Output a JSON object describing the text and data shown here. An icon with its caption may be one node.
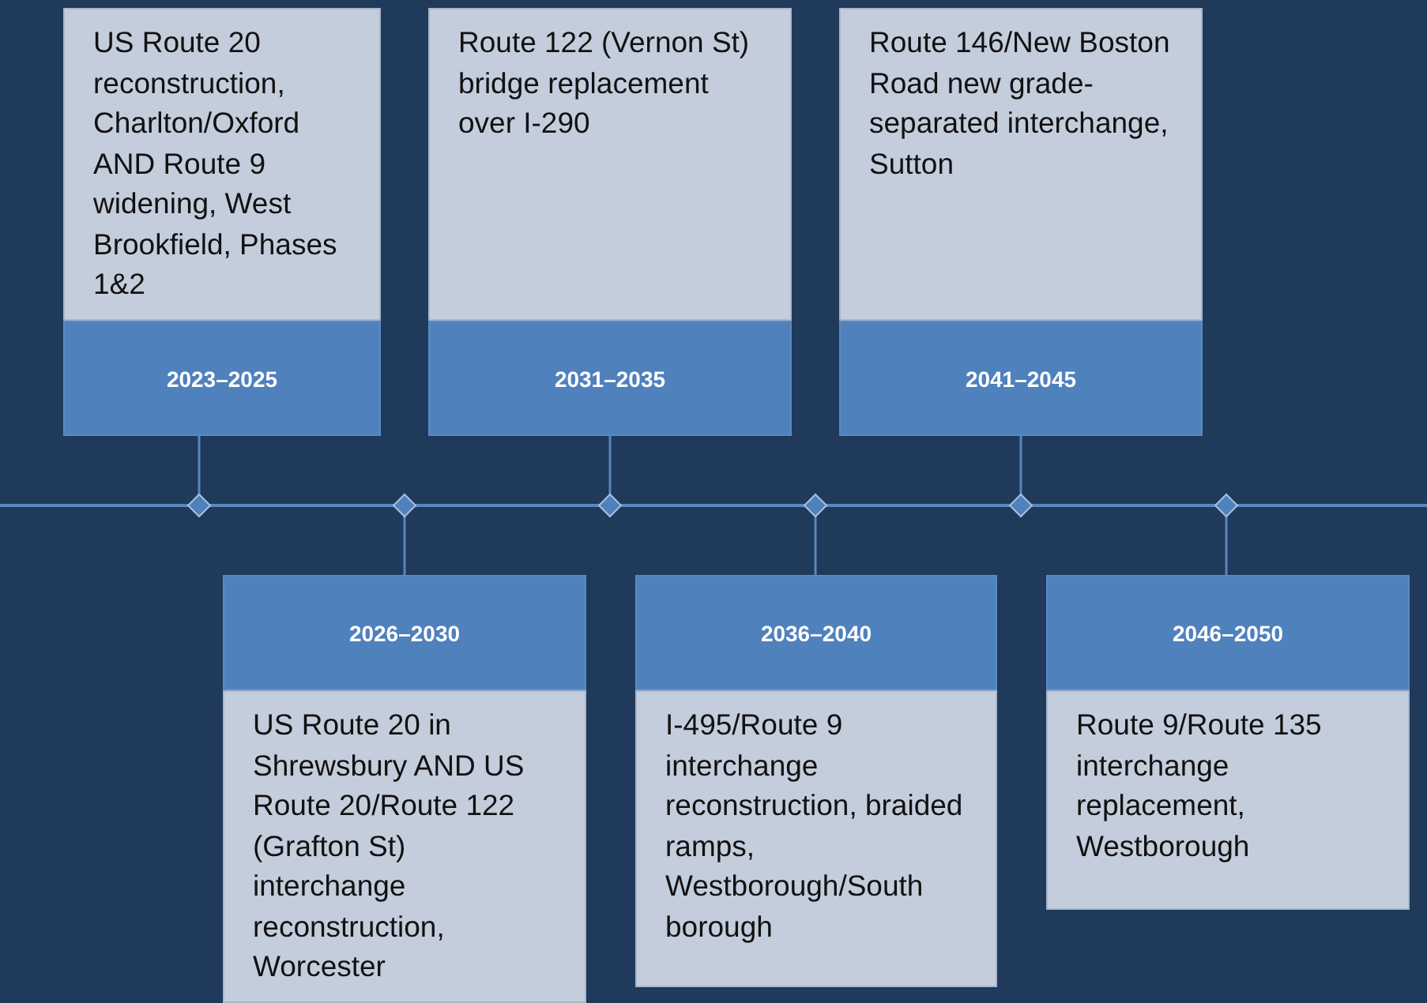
{
  "diagram": {
    "nodes": [
      {
        "text": [
          "US Route 20 reconstruction, Charlton/Oxford AND Route 9 widening, West Brookfield, Phases 1&2",
          "2023–2025"
        ]
      },
      {
        "text": [
          "2026–2030",
          "US Route 20 in Shrewsbury AND US Route 20/Route 122 (Grafton St) interchange reconstruction, Worcester"
        ]
      },
      {
        "text": [
          "Route 122 (Vernon St) bridge replacement over I-290",
          "2031–2035"
        ]
      },
      {
        "text": [
          "2036–2040",
          "I-495/Route 9 interchange reconstruction, braided ramps, Westborough/South borough"
        ]
      },
      {
        "text": [
          "Route 146/New Boston Road new grade-separated interchange, Sutton",
          "2041–2045"
        ]
      },
      {
        "text": [
          "2046–2050",
          "Route 9/Route 135 interchange replacement, Westborough"
        ]
      },
      {
        "text": [],
        "shape": "diamond"
      },
      {
        "text": [],
        "shape": "diamond"
      },
      {
        "text": [],
        "shape": "diamond"
      },
      {
        "text": [],
        "shape": "diamond"
      },
      {
        "text": [],
        "shape": "diamond"
      },
      {
        "text": [],
        "shape": "diamond"
      }
    ],
    "edges": [
      {
        "from": 0,
        "to": 6,
        "arrow": "none"
      },
      {
        "from": 1,
        "to": 7,
        "arrow": "none"
      },
      {
        "from": 2,
        "to": 8,
        "arrow": "none"
      },
      {
        "from": 3,
        "to": 9,
        "arrow": "none"
      },
      {
        "from": 4,
        "to": 10,
        "arrow": "none"
      },
      {
        "from": 5,
        "to": 11,
        "arrow": "none"
      }
    ]
  }
}
